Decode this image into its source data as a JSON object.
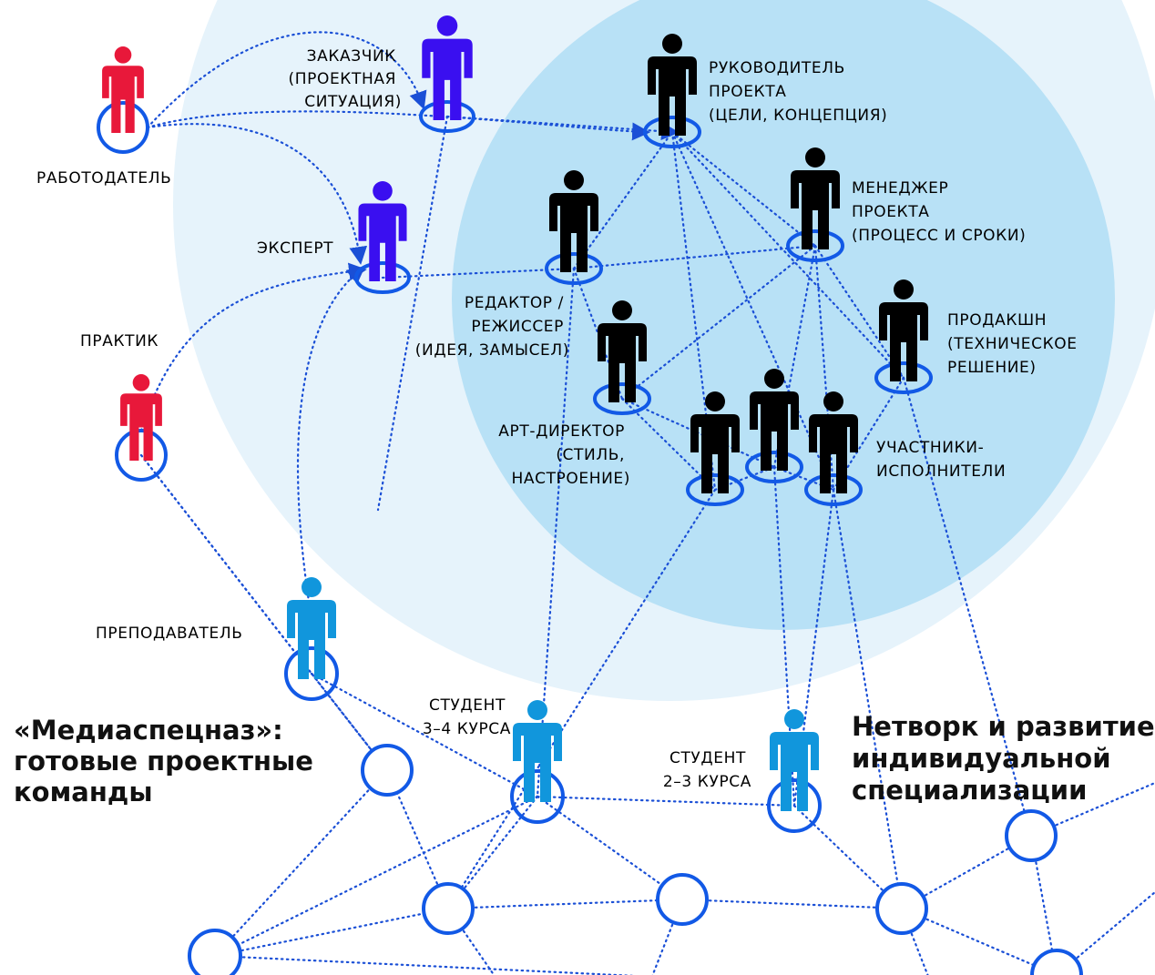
{
  "colors": {
    "outer_zone": "#e6f3fb",
    "inner_zone": "#b8e1f6",
    "edge": "#1a4fd6",
    "ring": "#1259e6",
    "red_person": "#e8183a",
    "violet_person": "#3a0ff0",
    "black_person": "#000000",
    "blue_person": "#1196dc"
  },
  "people": {
    "rabotodatel": {
      "label": [
        "РАБОТОДАТЕЛЬ"
      ],
      "color": "red",
      "icon": "person-icon"
    },
    "zakazchik": {
      "label": [
        "ЗАКАЗЧИК",
        "(ПРОЕКТНАЯ",
        "СИТУАЦИЯ)"
      ],
      "color": "violet",
      "icon": "person-icon"
    },
    "ekspert": {
      "label": [
        "ЭКСПЕРТ"
      ],
      "color": "violet",
      "icon": "person-icon"
    },
    "praktik": {
      "label": [
        "ПРАКТИК"
      ],
      "color": "red",
      "icon": "person-icon"
    },
    "rukovoditel": {
      "label": [
        "РУКОВОДИТЕЛЬ",
        "ПРОЕКТА",
        "(ЦЕЛИ, КОНЦЕПЦИЯ)"
      ],
      "color": "black",
      "icon": "person-icon"
    },
    "menedzher": {
      "label": [
        "МЕНЕДЖЕР",
        "ПРОЕКТА",
        "(ПРОЦЕСС И СРОКИ)"
      ],
      "color": "black",
      "icon": "person-icon"
    },
    "redaktor": {
      "label": [
        "РЕДАКТОР /",
        "РЕЖИССЕР",
        "(ИДЕЯ, ЗАМЫСЕЛ)"
      ],
      "color": "black",
      "icon": "person-icon"
    },
    "prodakshn": {
      "label": [
        "ПРОДАКШН",
        "(ТЕХНИЧЕСКОЕ",
        "РЕШЕНИЕ)"
      ],
      "color": "black",
      "icon": "person-icon"
    },
    "artdirektor": {
      "label": [
        "АРТ-ДИРЕКТОР",
        "(СТИЛЬ,",
        "НАСТРОЕНИЕ)"
      ],
      "color": "black",
      "icon": "person-icon"
    },
    "uchastnik1": {
      "label": [],
      "color": "black",
      "icon": "person-icon"
    },
    "uchastnik2": {
      "label": [],
      "color": "black",
      "icon": "person-icon"
    },
    "uchastnik3": {
      "label": [
        "УЧАСТНИКИ-",
        "ИСПОЛНИТЕЛИ"
      ],
      "color": "black",
      "icon": "person-icon"
    },
    "prepodavatel": {
      "label": [
        "ПРЕПОДАВАТЕЛЬ"
      ],
      "color": "blue",
      "icon": "person-icon"
    },
    "student34": {
      "label": [
        "СТУДЕНТ",
        "3–4 КУРСА"
      ],
      "color": "blue",
      "icon": "person-icon"
    },
    "student23": {
      "label": [
        "СТУДЕНТ",
        "2–3 КУРСА"
      ],
      "color": "blue",
      "icon": "person-icon"
    }
  },
  "headings": {
    "left": [
      "«Медиаспецназ»:",
      "готовые проектные",
      "команды"
    ],
    "right": [
      "Нетворк и развитие",
      "индивидуальной",
      "специализации"
    ]
  },
  "edges": [
    [
      "rabotodatel",
      "zakazchik",
      "arrow"
    ],
    [
      "rabotodatel",
      "ekspert",
      "arrow"
    ],
    [
      "rabotodatel",
      "rukovoditel",
      "arrow"
    ],
    [
      "zakazchik",
      "rukovoditel",
      "arrow"
    ],
    [
      "praktik",
      "ekspert",
      "arrow"
    ],
    [
      "prepodavatel",
      "ekspert",
      "arrow"
    ],
    [
      "zakazchik",
      "e1",
      "line"
    ],
    [
      "ekspert",
      "redaktor",
      "line"
    ],
    [
      "redaktor",
      "rukovoditel",
      "line"
    ],
    [
      "redaktor",
      "menedzher",
      "line"
    ],
    [
      "redaktor",
      "artdirektor",
      "line"
    ],
    [
      "redaktor",
      "student34",
      "line"
    ],
    [
      "rukovoditel",
      "menedzher",
      "line"
    ],
    [
      "rukovoditel",
      "prodakshn",
      "line"
    ],
    [
      "rukovoditel",
      "uchastnik1",
      "line"
    ],
    [
      "rukovoditel",
      "uchastnik3",
      "line"
    ],
    [
      "menedzher",
      "artdirektor",
      "line"
    ],
    [
      "menedzher",
      "uchastnik2",
      "line"
    ],
    [
      "menedzher",
      "uchastnik3",
      "line"
    ],
    [
      "menedzher",
      "prodakshn",
      "line"
    ],
    [
      "artdirektor",
      "uchastnik1",
      "line"
    ],
    [
      "artdirektor",
      "uchastnik2",
      "line"
    ],
    [
      "uchastnik1",
      "uchastnik2",
      "line"
    ],
    [
      "uchastnik2",
      "uchastnik3",
      "line"
    ],
    [
      "prodakshn",
      "uchastnik3",
      "line"
    ],
    [
      "prodakshn",
      "n5",
      "line"
    ],
    [
      "uchastnik1",
      "n2",
      "line"
    ],
    [
      "uchastnik2",
      "student23",
      "line"
    ],
    [
      "uchastnik3",
      "student23",
      "line"
    ],
    [
      "uchastnik3",
      "n6",
      "line"
    ],
    [
      "praktik",
      "prepodavatel",
      "line"
    ],
    [
      "praktik",
      "n4",
      "line"
    ],
    [
      "prepodavatel",
      "student34",
      "line"
    ],
    [
      "prepodavatel",
      "n4",
      "line"
    ],
    [
      "student34",
      "student23",
      "line"
    ],
    [
      "student34",
      "n2",
      "line"
    ],
    [
      "student34",
      "n3",
      "line"
    ],
    [
      "student34",
      "n7",
      "line"
    ],
    [
      "student23",
      "n6",
      "line"
    ],
    [
      "n1",
      "n4",
      "line"
    ],
    [
      "n2",
      "n3",
      "line"
    ],
    [
      "n2",
      "n4",
      "line"
    ],
    [
      "n2",
      "e2",
      "line"
    ],
    [
      "n3",
      "e3",
      "line"
    ],
    [
      "n3",
      "n6",
      "line"
    ],
    [
      "n6",
      "n5",
      "line"
    ],
    [
      "n6",
      "n8",
      "line"
    ],
    [
      "n6",
      "e4",
      "line"
    ],
    [
      "n5",
      "e5",
      "line"
    ],
    [
      "n5",
      "n8",
      "line"
    ],
    [
      "n8",
      "e6",
      "line"
    ],
    [
      "n7",
      "e7",
      "line"
    ],
    [
      "n1",
      "n2",
      "line"
    ]
  ]
}
